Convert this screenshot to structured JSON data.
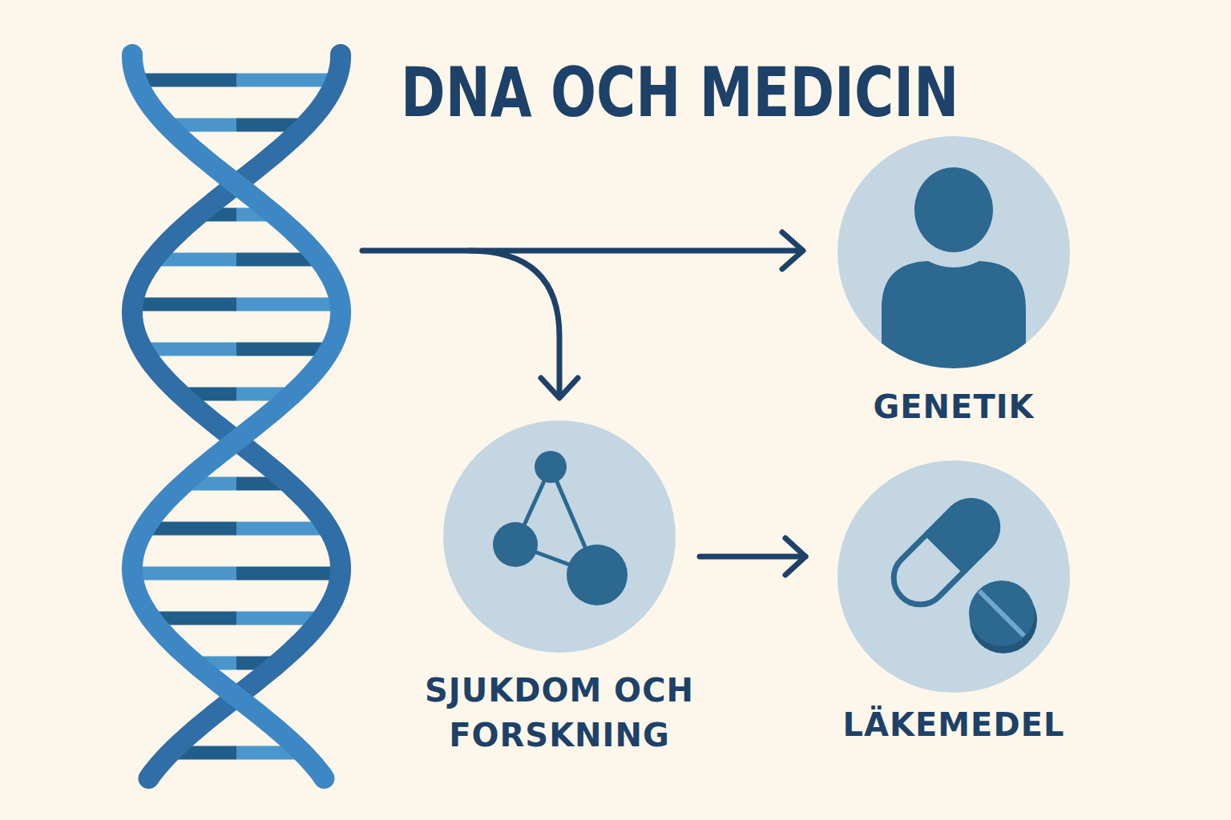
{
  "diagram": {
    "title": "DNA OCH MEDICIN",
    "nodes": [
      {
        "text": [
          "GENETIK"
        ]
      },
      {
        "text": [
          "SJUKDOM OCH FORSKNING"
        ]
      },
      {
        "text": [
          "LÄKEMEDEL"
        ]
      }
    ],
    "edges": [
      {
        "from": 1,
        "to": 2,
        "arrow": "to"
      }
    ]
  }
}
